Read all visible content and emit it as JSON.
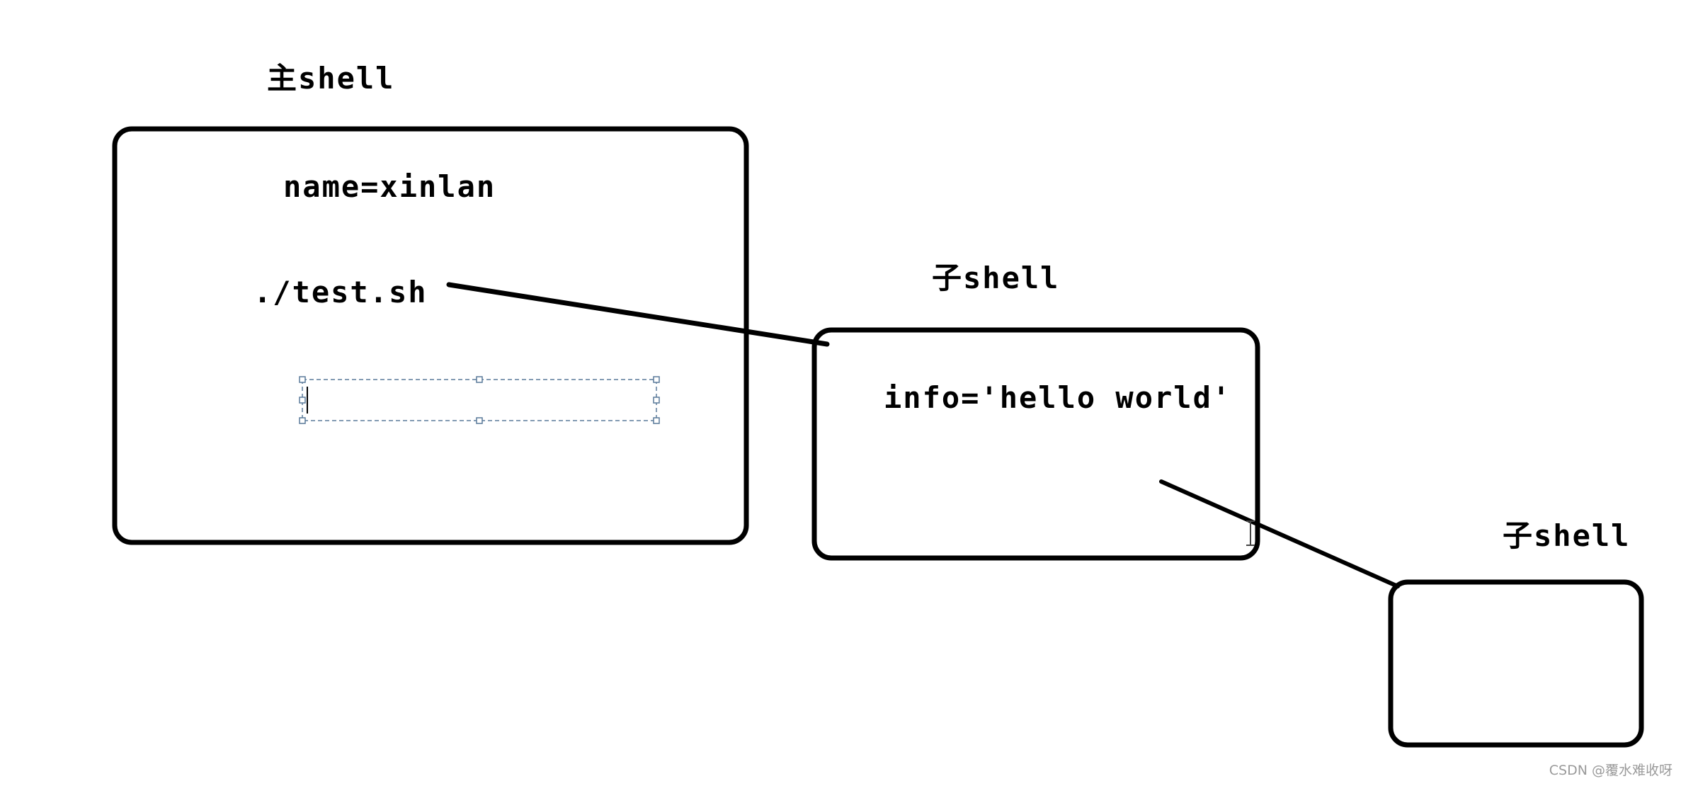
{
  "diagram": {
    "main_shell": {
      "title_char": "主",
      "title_word": "shell",
      "var_assignment": "name=xinlan",
      "command": "./test.sh"
    },
    "sub_shell_1": {
      "title_char": "子",
      "title_word": "shell",
      "var_assignment": "info='hello world'"
    },
    "sub_shell_2": {
      "title_char": "子",
      "title_word": "shell"
    }
  },
  "colors": {
    "stroke": "#000000",
    "background": "#ffffff",
    "selection": "#5a7a9a",
    "watermark": "#9a9a9a"
  },
  "watermark": "CSDN @覆水难收呀"
}
